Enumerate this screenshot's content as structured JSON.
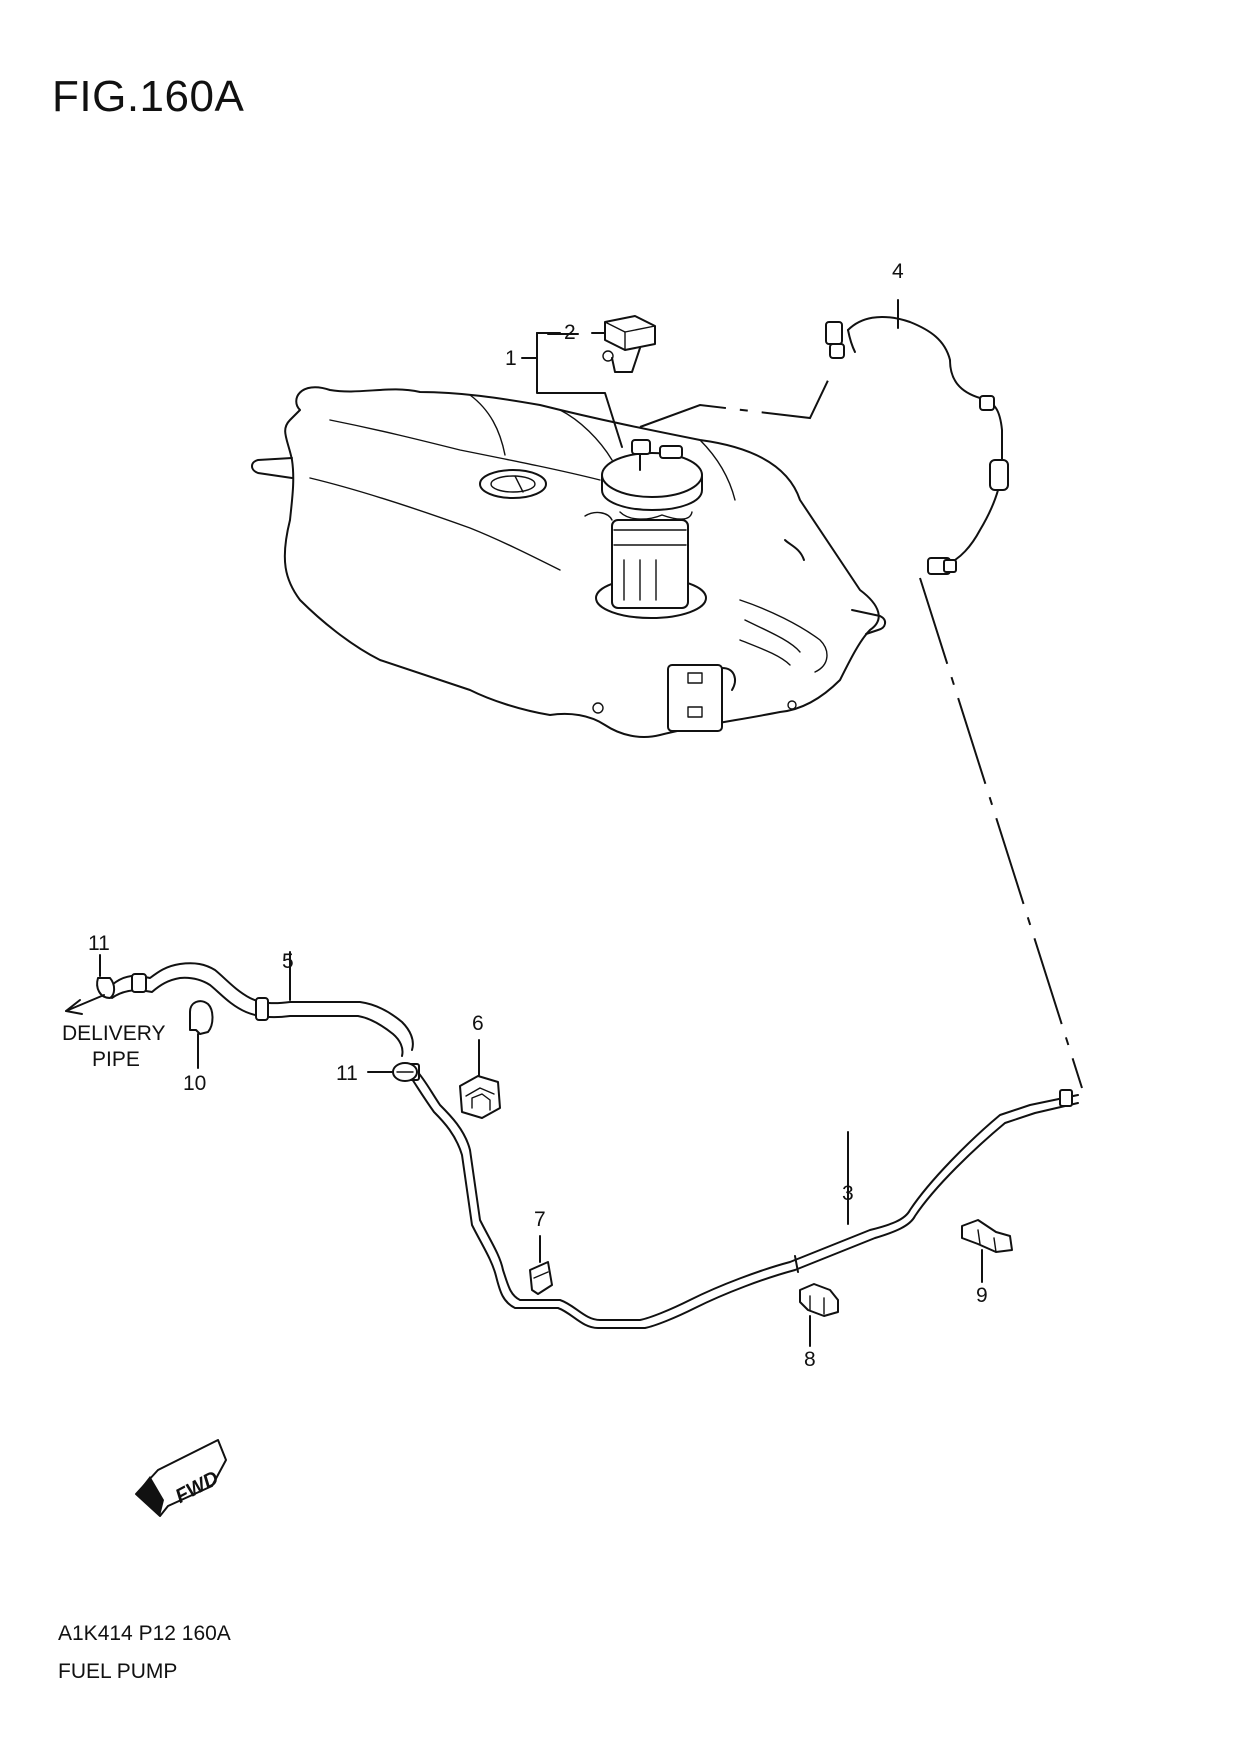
{
  "figure_title": "FIG.160A",
  "footer": {
    "code": "A1K414 P12 160A",
    "name": "FUEL PUMP"
  },
  "callouts": {
    "c1": "1",
    "c2": "2",
    "c3": "3",
    "c4": "4",
    "c5": "5",
    "c6": "6",
    "c7": "7",
    "c8": "8",
    "c9": "9",
    "c10": "10",
    "c11a": "11",
    "c11b": "11"
  },
  "delivery_label": {
    "line1": "DELIVERY",
    "line2": "PIPE"
  },
  "fwd_badge": "FWD"
}
